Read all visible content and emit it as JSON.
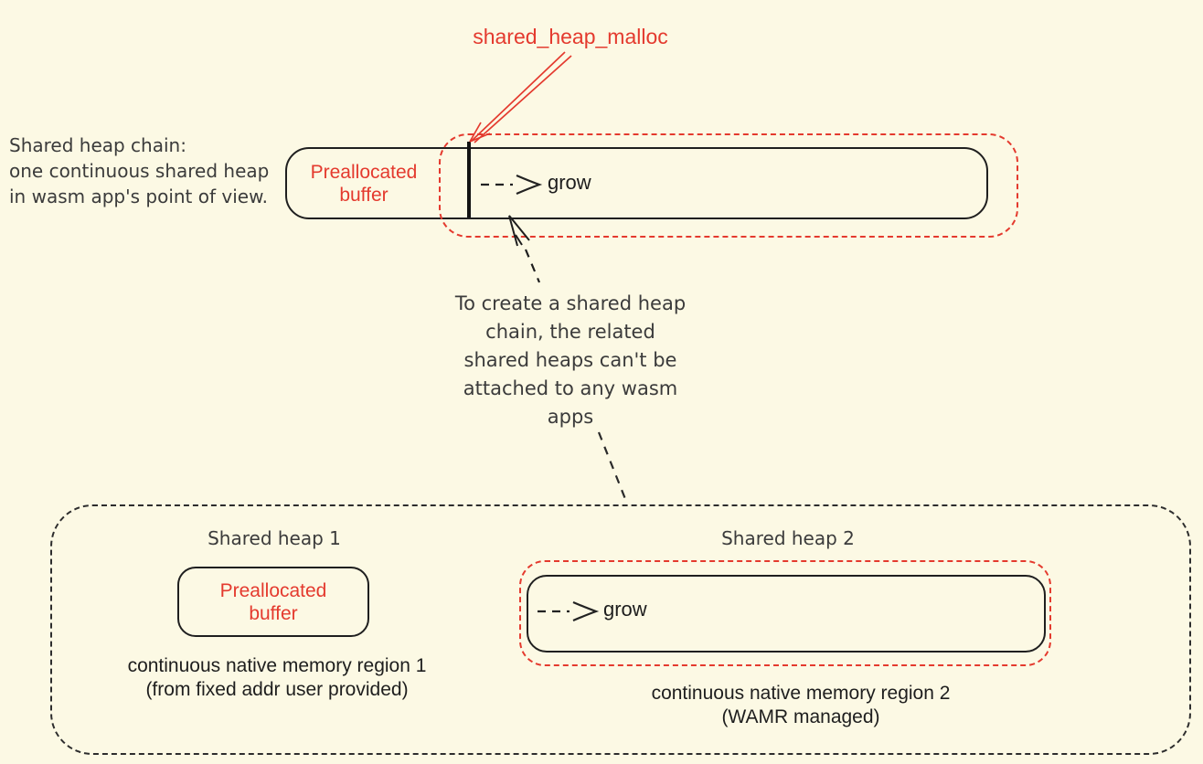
{
  "colors": {
    "background": "#FCF9E4",
    "red_accent": "#E43A2E",
    "dark_text": "#3B3B3B",
    "near_black": "#1E1E1E"
  },
  "top_section": {
    "malloc_label": "shared_heap_malloc",
    "side_note": "Shared heap chain:\none continuous shared heap\nin wasm app's point of view.",
    "preallocated_label": "Preallocated\nbuffer",
    "grow_label": "grow"
  },
  "annotation_note": "To create a shared heap\nchain, the related\nshared heaps can't be\nattached to any wasm\napps",
  "bottom_section": {
    "heap1": {
      "title": "Shared heap 1",
      "preallocated_label": "Preallocated\nbuffer",
      "caption": "continuous native memory region 1\n(from fixed addr user provided)"
    },
    "heap2": {
      "title": "Shared heap 2",
      "grow_label": "grow",
      "caption": "continuous native memory region 2\n(WAMR managed)"
    }
  },
  "icons": {
    "red_pointer_arrow": "arrow from shared_heap_malloc label to heap boundary",
    "cursor_arrow": "hand-drawn arrow pointing at bar edge",
    "dashed_connector": "dashed leader lines",
    "grow_arrow": "dashed arrow indicating growth direction"
  }
}
